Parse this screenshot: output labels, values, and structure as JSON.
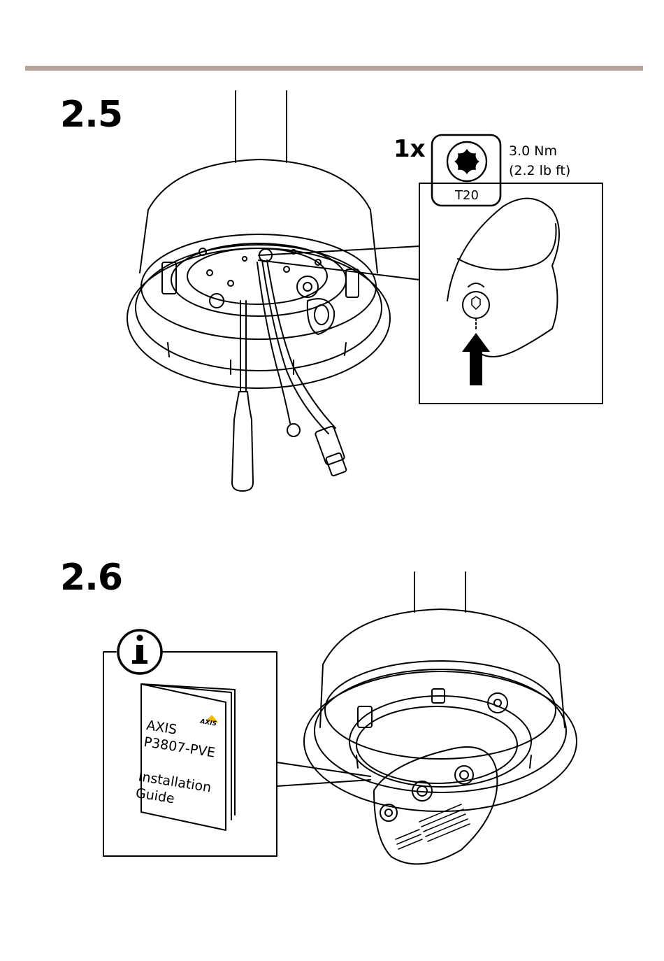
{
  "steps": [
    {
      "number": "2.5",
      "tool": {
        "quantity": "1x",
        "bit": "T20",
        "torque_nm": "3.0 Nm",
        "torque_lbft": "(2.2 lb ft)",
        "icon": "torx-bit-icon"
      }
    },
    {
      "number": "2.6",
      "guide": {
        "icon": "info-icon",
        "brand": "AXIS",
        "logo_text": "AXIS",
        "product": "P3807-PVE",
        "title_line1": "Installation",
        "title_line2": "Guide"
      }
    }
  ],
  "colors": {
    "rule": "#b5a59a",
    "ink": "#000000",
    "logo_accent": "#f2b900"
  }
}
